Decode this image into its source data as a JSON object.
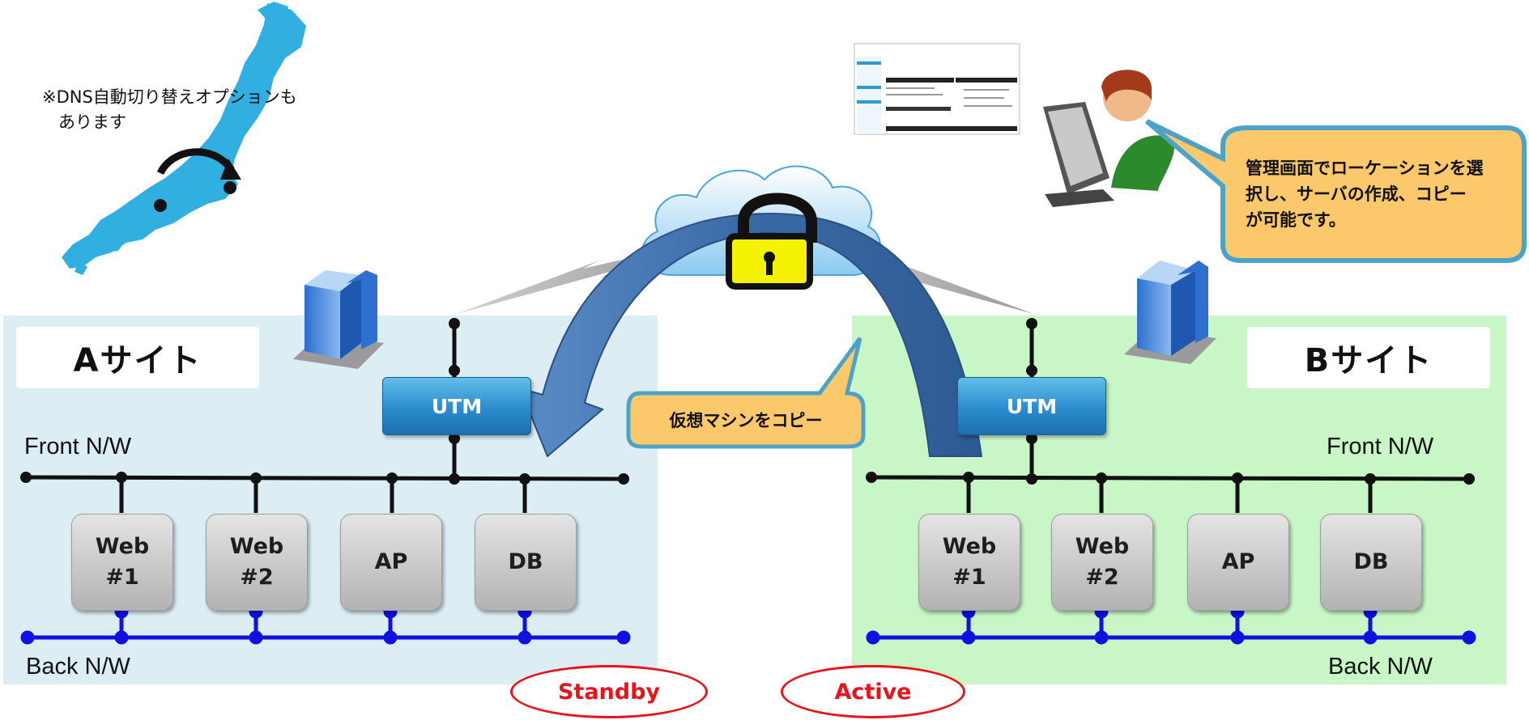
{
  "dns_note": {
    "line1": "※DNS自動切り替えオプションも",
    "line2": "あります"
  },
  "admin_callout": {
    "line1": "管理画面でローケーションを選",
    "line2": "択し、サーバの作成、コピー",
    "line3": "が可能です。"
  },
  "copy_callout": "仮想マシンをコピー",
  "site_a": {
    "title": "Aサイト",
    "utm": "UTM",
    "front_nw": "Front N/W",
    "back_nw": "Back N/W",
    "servers": [
      "Web\n#1",
      "Web\n#2",
      "AP",
      "DB"
    ],
    "status": "Standby"
  },
  "site_b": {
    "title": "Bサイト",
    "utm": "UTM",
    "front_nw": "Front N/W",
    "back_nw": "Back N/W",
    "servers": [
      "Web\n#1",
      "Web\n#2",
      "AP",
      "DB"
    ],
    "status": "Active"
  },
  "colors": {
    "site_a_bg": "#dcedf4",
    "site_b_bg": "#c8f6c6",
    "callout_fill": "#fbc86b",
    "callout_border": "#4ba3c8",
    "back_network": "#1010e0",
    "front_network": "#111111",
    "status_red": "#e8141c",
    "arrow_blue": "#3e6fa8"
  }
}
